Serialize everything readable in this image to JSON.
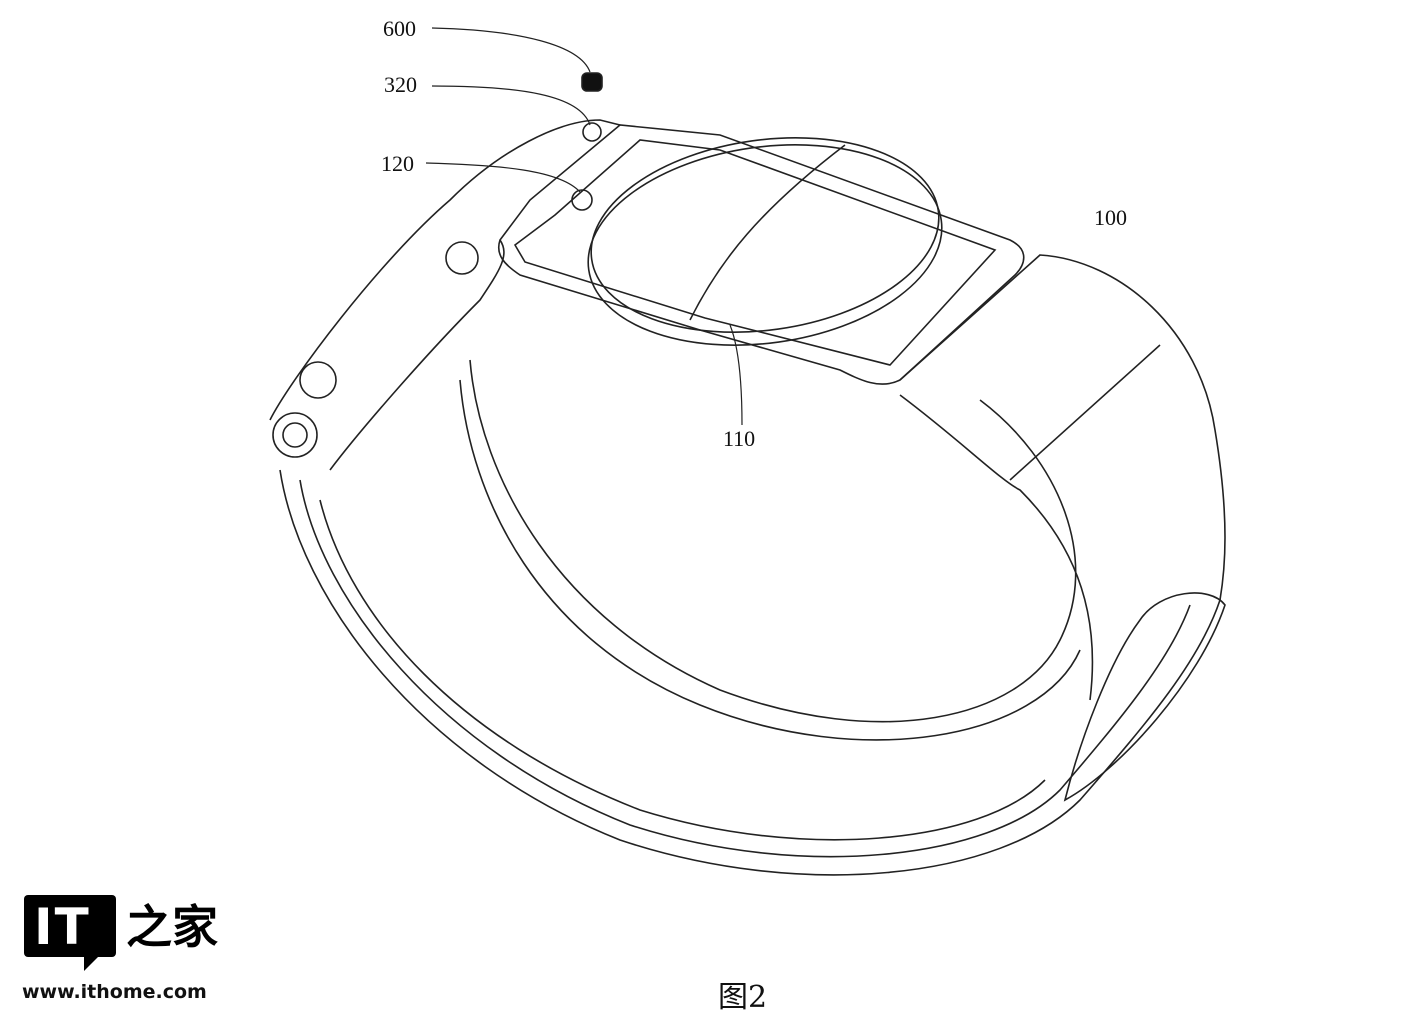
{
  "labels": {
    "l600": "600",
    "l320": "320",
    "l120": "120",
    "l100": "100",
    "l110": "110"
  },
  "caption": "图2",
  "logo": {
    "brand": "IT之家",
    "mark": "IT",
    "chinese": "之家",
    "url": "www.ithome.com"
  }
}
